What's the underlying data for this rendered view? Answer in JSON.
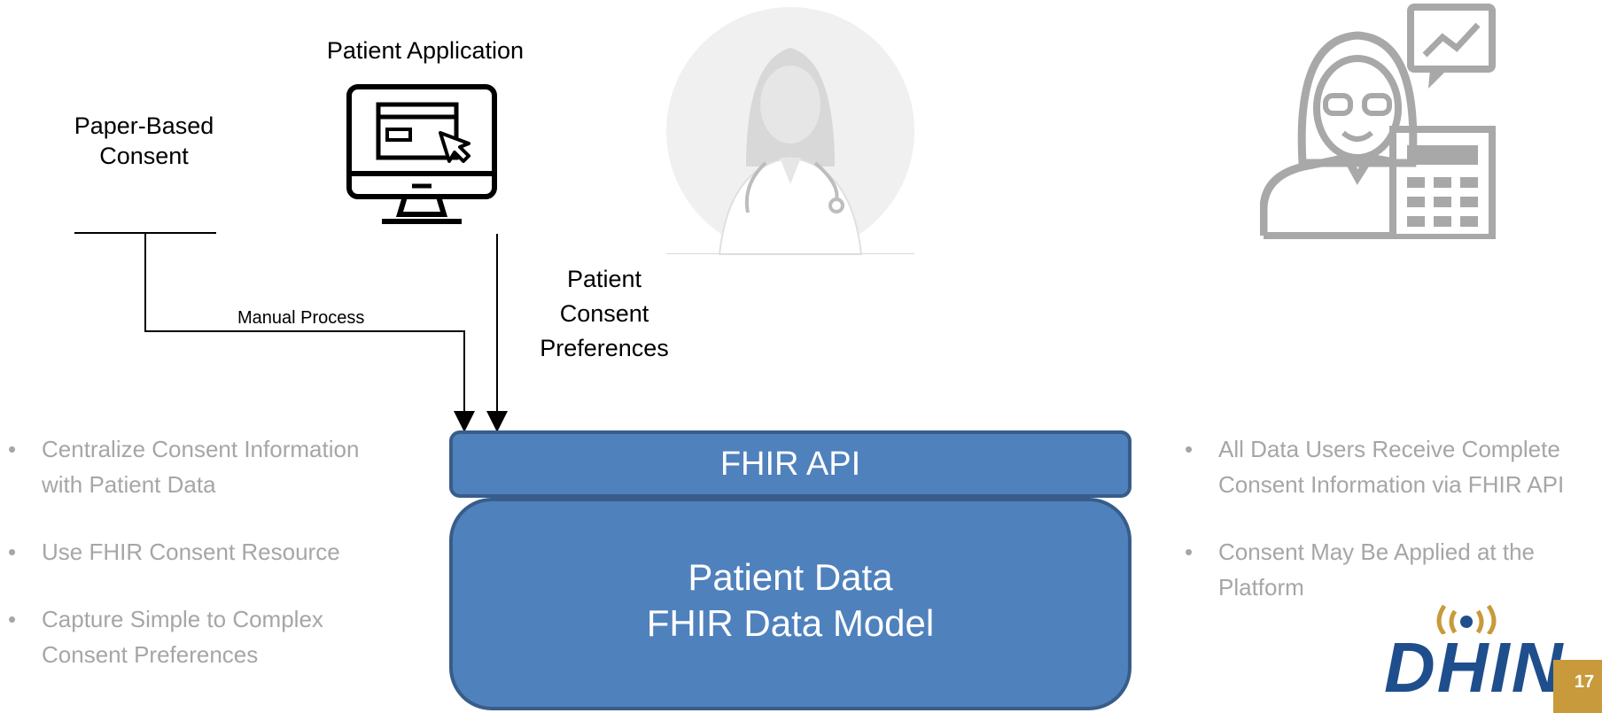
{
  "sources": {
    "paper_consent": "Paper-Based\nConsent",
    "patient_app": "Patient Application"
  },
  "flows": {
    "manual_process": "Manual Process",
    "patient_preferences": "Patient\nConsent\nPreferences"
  },
  "platform": {
    "api_label": "FHIR API",
    "data_label": "Patient Data\nFHIR Data Model"
  },
  "left_bullets": [
    "Centralize Consent Information with Patient Data",
    "Use FHIR Consent Resource",
    "Capture Simple to Complex Consent Preferences"
  ],
  "right_bullets": [
    "All Data Users Receive Complete Consent Information via FHIR API",
    "Consent May Be Applied at the Platform"
  ],
  "bullet_char": "•",
  "logo": {
    "text": "DHIN"
  },
  "page_number": "17",
  "colors": {
    "box_fill": "#4f81bd",
    "box_border": "#385d8a",
    "bullet_text": "#a6a6a6",
    "icon_gray": "#a8a8a8",
    "logo_blue": "#1f4e8c",
    "logo_gold": "#c99a3b"
  }
}
